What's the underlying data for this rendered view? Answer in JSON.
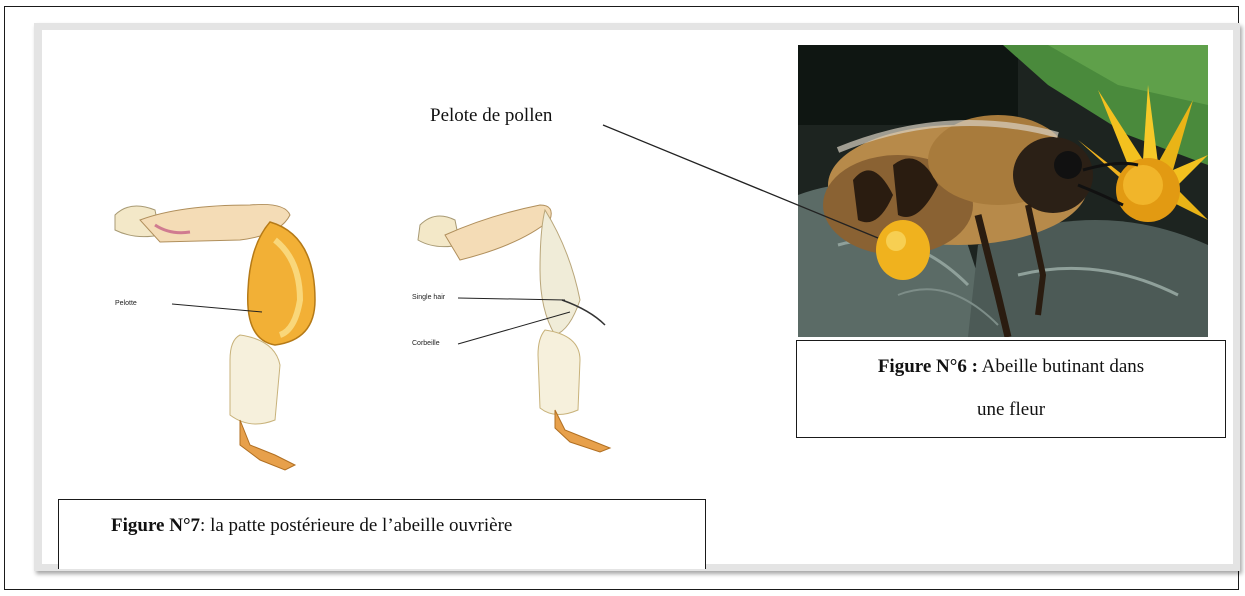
{
  "labels": {
    "pelote_pollen": "Pelote de pollen",
    "pelotte": "Pelotte",
    "single_hair": "Single hair",
    "corbeille": "Corbeille"
  },
  "figure7": {
    "number": "Figure N°7",
    "text": ": la patte postérieure de l’abeille ouvrière"
  },
  "figure6": {
    "number": "Figure N°6 :",
    "text_line1": " Abeille butinant dans",
    "text_line2": "une fleur"
  },
  "colors": {
    "pollen": "#f0b21e",
    "leaf_dark": "#2f3b33",
    "leaf_green": "#3f7d3a",
    "flower": "#f3c11f",
    "frame_shadow": "#e4e4e4"
  }
}
